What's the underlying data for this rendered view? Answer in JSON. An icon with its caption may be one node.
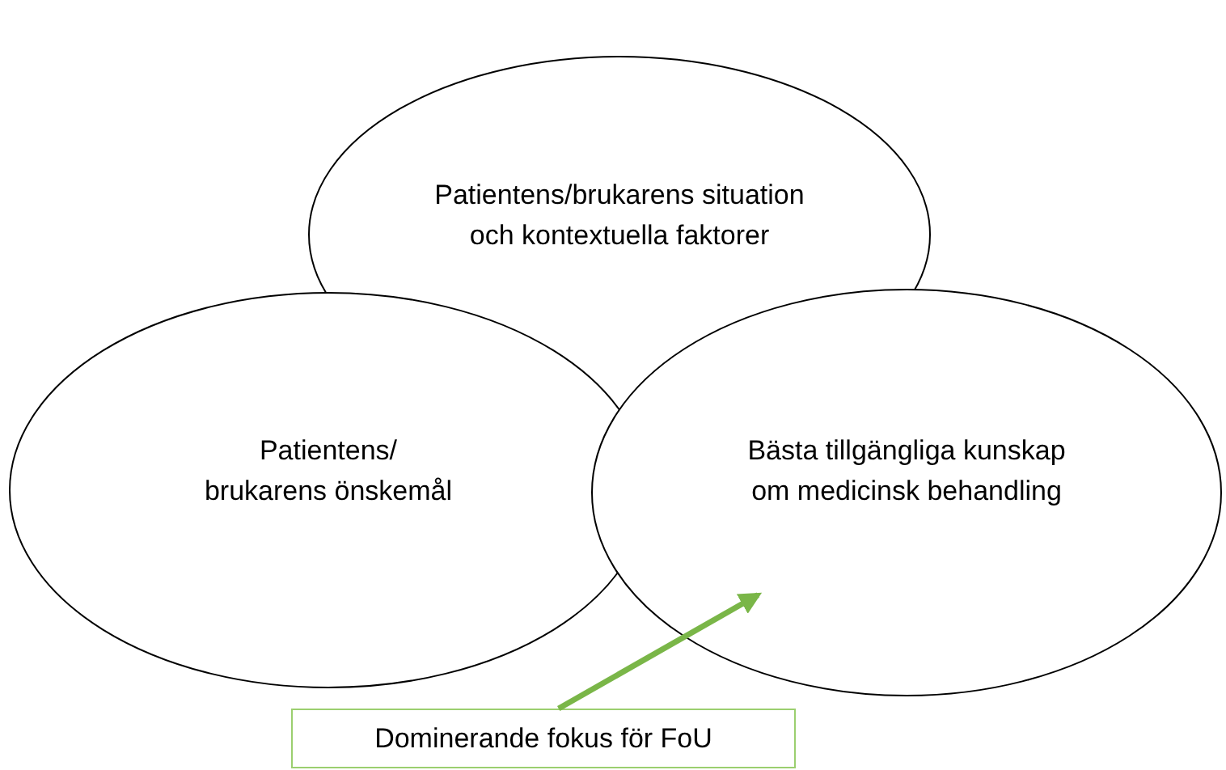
{
  "diagram": {
    "nodes": [
      {
        "text": [
          "Patientens/brukarens situation och kontextuella faktorer"
        ]
      },
      {
        "text": [
          "Patientens/ brukarens önskemål"
        ]
      },
      {
        "text": [
          "Bästa tillgängliga kunskap om medicinsk behandling"
        ]
      },
      {
        "text": [
          "Dominerande fokus för FoU"
        ]
      }
    ],
    "edges": [
      {
        "from": 3,
        "to": 2,
        "arrow": "to",
        "color": "#7ab648"
      }
    ]
  }
}
